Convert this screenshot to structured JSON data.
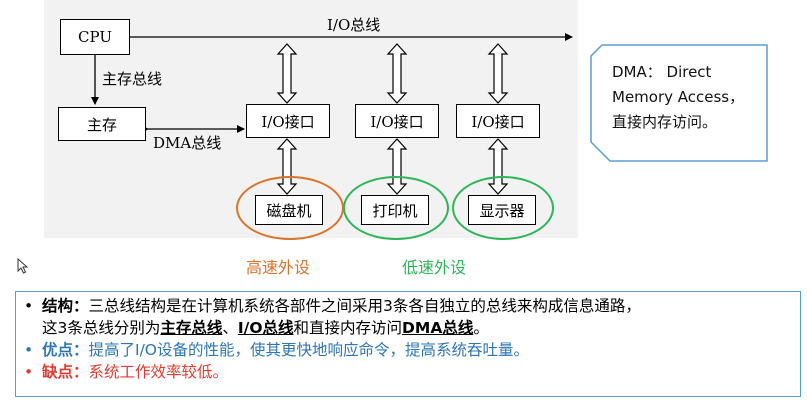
{
  "diagram": {
    "cpu": "CPU",
    "main_memory": "主存",
    "io_bus": "I/O总线",
    "memory_bus": "主存总线",
    "dma_bus": "DMA总线",
    "io_interfaces": [
      "I/O接口",
      "I/O接口",
      "I/O接口"
    ],
    "devices": [
      "磁盘机",
      "打印机",
      "显示器"
    ],
    "high_speed_label": "高速外设",
    "low_speed_label": "低速外设"
  },
  "note": {
    "line1": "DMA：  Direct",
    "line2": "Memory Access，",
    "line3": "直接内存访问。"
  },
  "bullets": {
    "structure_label": "结构：",
    "structure_text_1": "三总线结构是在计算机系统各部件之间采用3条各自独立的总线来构成信息通路，",
    "structure_text_2": "这3条总线分别为",
    "structure_bus1": "主存总线",
    "structure_sep1": "、",
    "structure_bus2": "I/O总线",
    "structure_sep2": "和直接内存访问",
    "structure_bus3": "DMA总线",
    "structure_end": "。",
    "advantage_label": "优点：",
    "advantage_text": "提高了I/O设备的性能，使其更快地响应命令，提高系统吞吐量。",
    "disadvantage_label": "缺点：",
    "disadvantage_text": "系统工作效率较低。"
  },
  "colors": {
    "high_speed": "#d9742b",
    "low_speed": "#2db558",
    "advantage": "#2e75b6",
    "disadvantage": "#e03c31",
    "note_border": "#5b9bd5"
  }
}
